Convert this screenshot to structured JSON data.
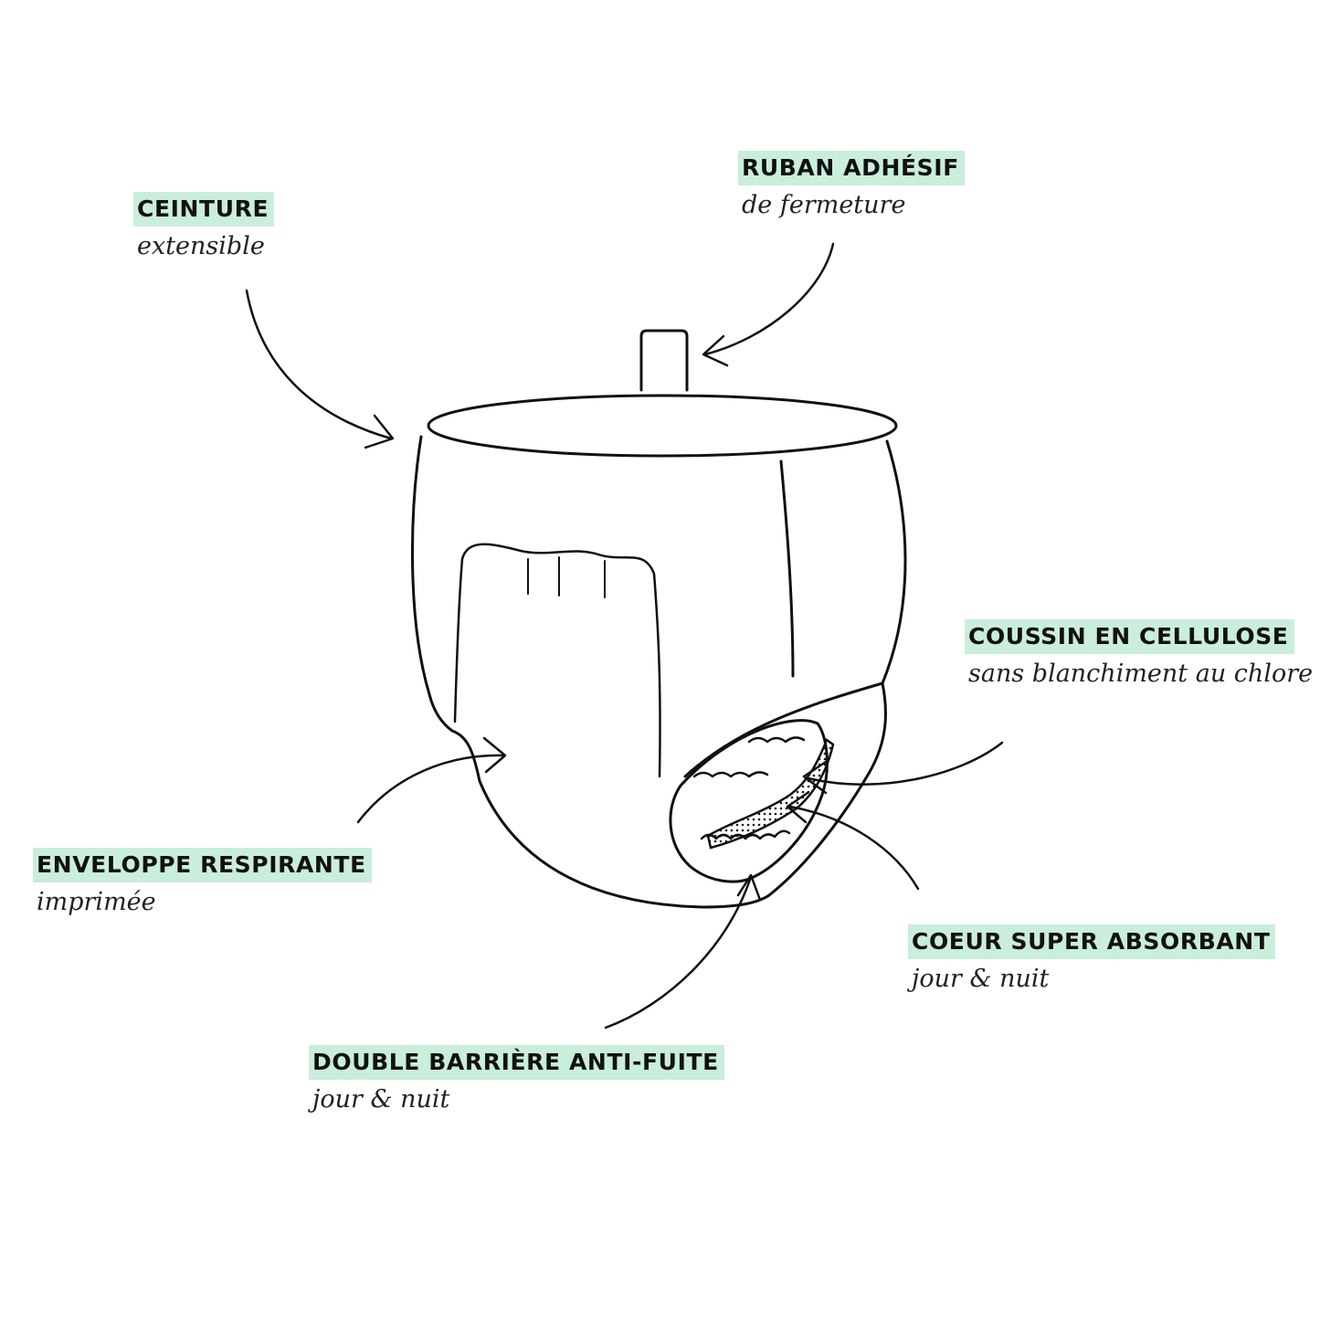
{
  "colors": {
    "highlight": "#c9eedb",
    "ink": "#111111",
    "background": "#ffffff"
  },
  "labels": {
    "ceinture": {
      "title": "CEINTURE",
      "subtitle": "extensible"
    },
    "ruban": {
      "title": "RUBAN ADHÉSIF",
      "subtitle": "de fermeture"
    },
    "coussin": {
      "title": "COUSSIN EN CELLULOSE",
      "subtitle": "sans blanchiment au chlore"
    },
    "enveloppe": {
      "title": "ENVELOPPE RESPIRANTE",
      "subtitle": "imprimée"
    },
    "coeur": {
      "title": "COEUR SUPER ABSORBANT",
      "subtitle": "jour & nuit"
    },
    "barriere": {
      "title": "DOUBLE BARRIÈRE ANTI-FUITE",
      "subtitle": "jour & nuit"
    }
  }
}
